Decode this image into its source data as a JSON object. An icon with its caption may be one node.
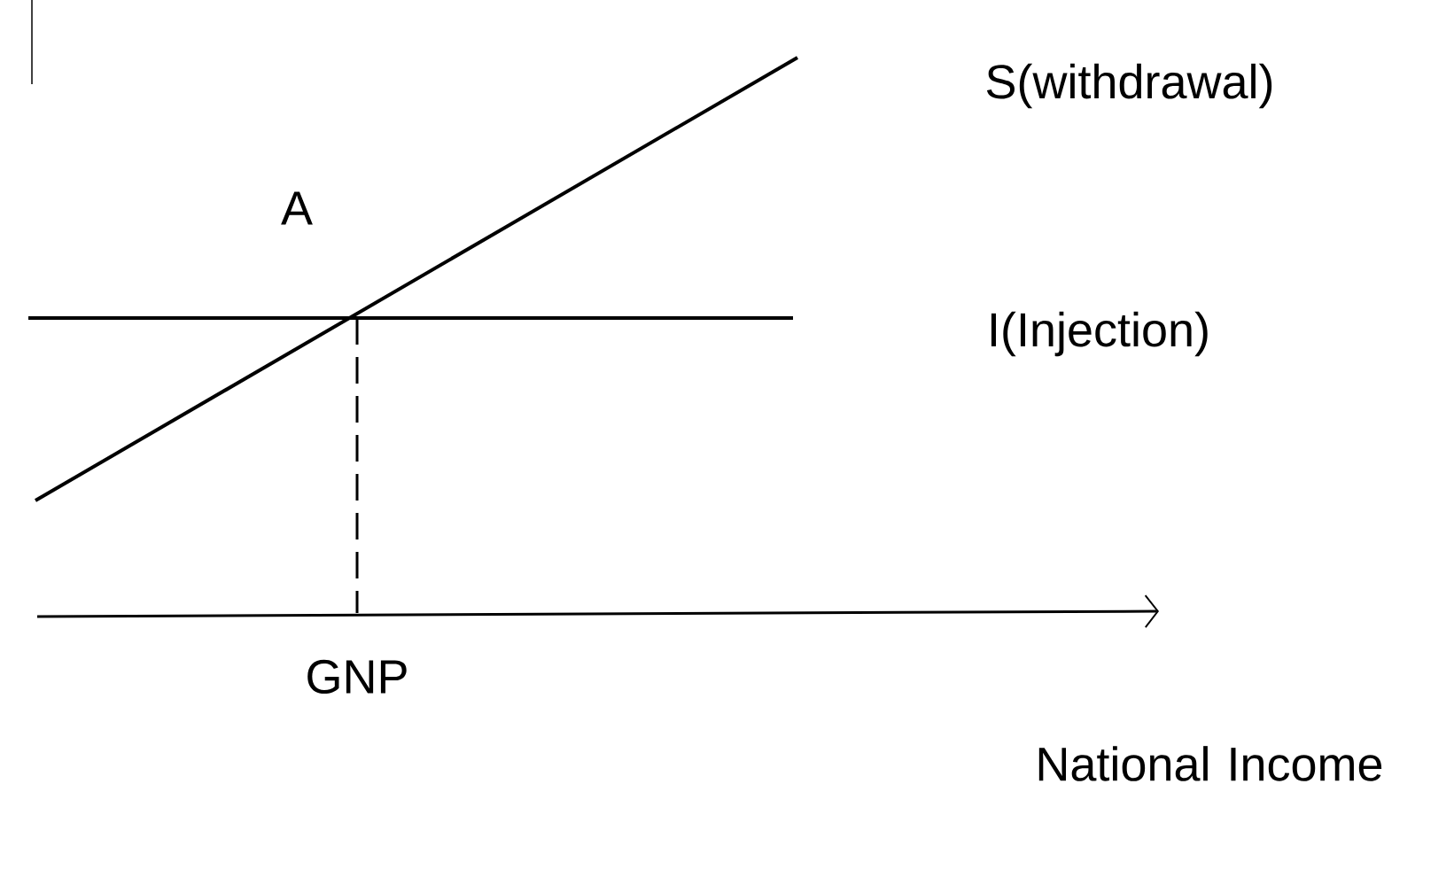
{
  "diagram": {
    "labels": [
      "S(withdrawal)",
      "A",
      "I(Injection)",
      "GNP",
      "National Income"
    ]
  }
}
